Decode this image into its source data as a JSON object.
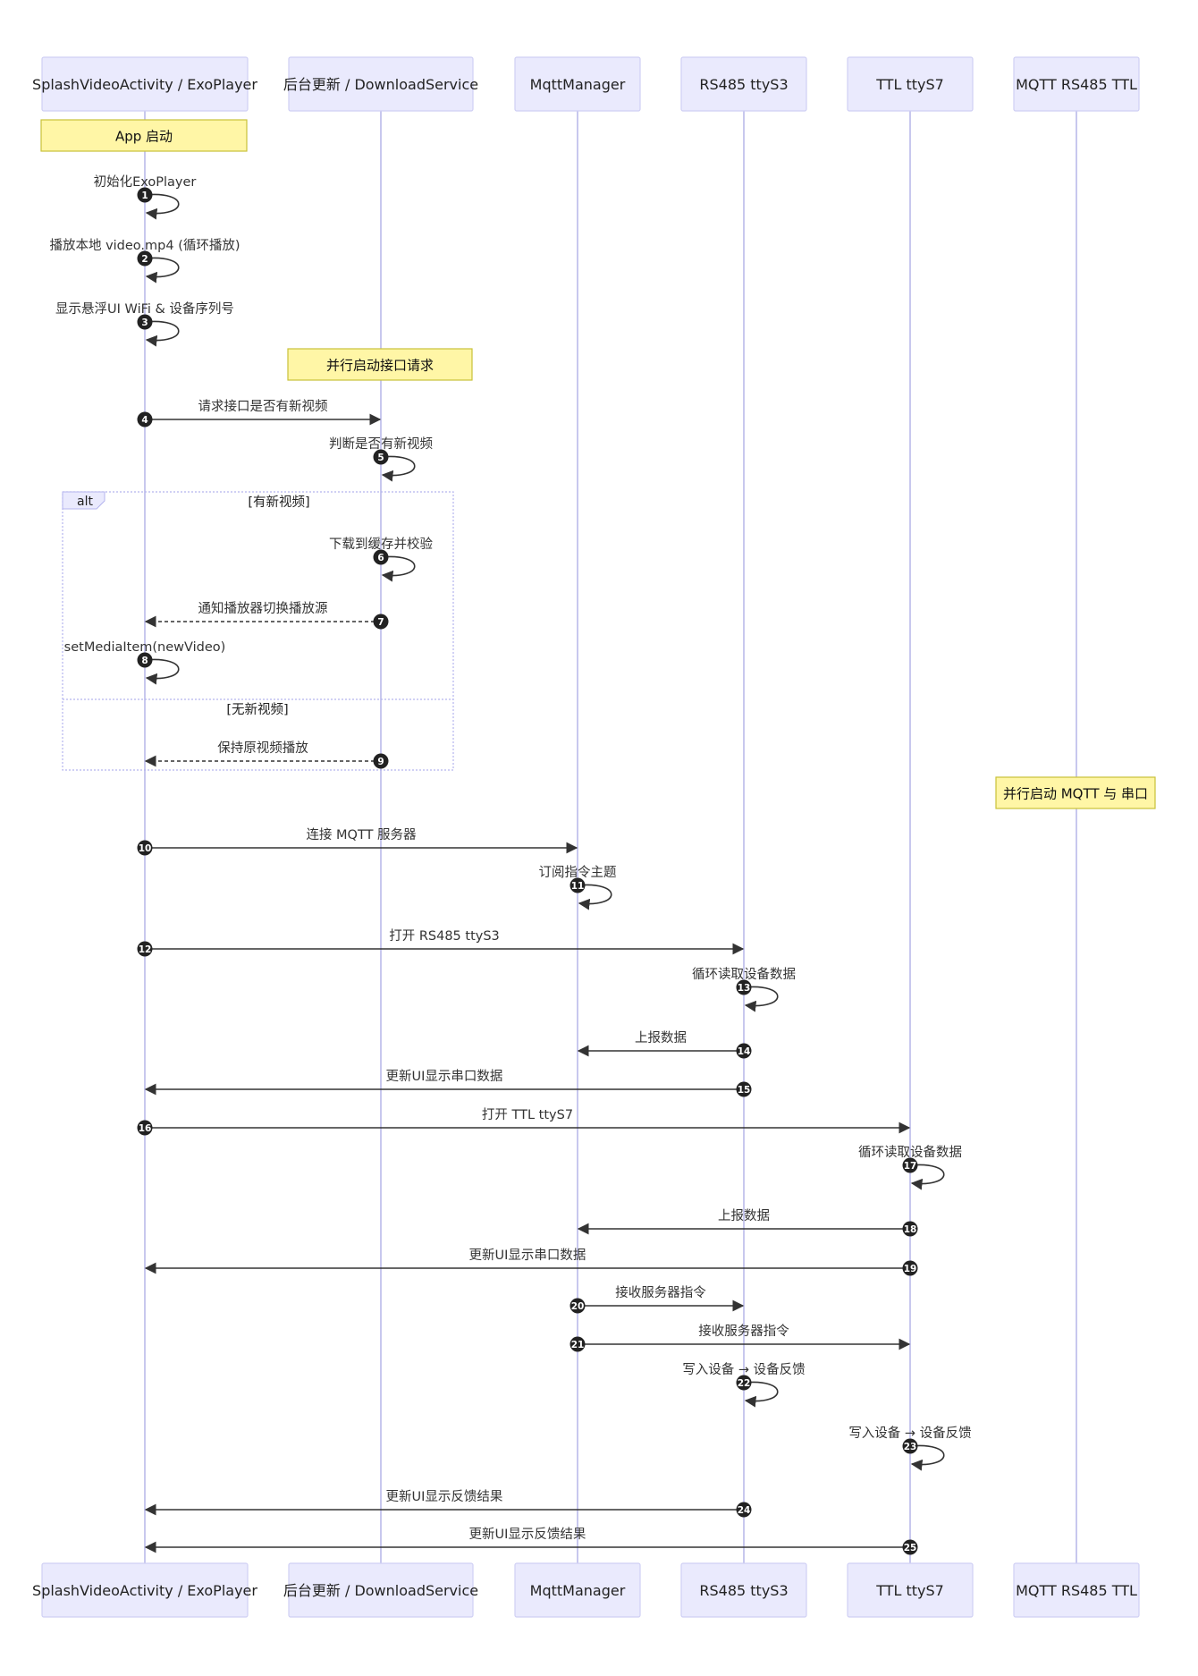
{
  "participants": [
    {
      "id": "splash",
      "label": "SplashVideoActivity / ExoPlayer"
    },
    {
      "id": "download",
      "label": "后台更新 / DownloadService"
    },
    {
      "id": "mqtt",
      "label": "MqttManager"
    },
    {
      "id": "rs485",
      "label": "RS485 ttyS3"
    },
    {
      "id": "ttl",
      "label": "TTL ttyS7"
    },
    {
      "id": "bridge",
      "label": "MQTT RS485 TTL"
    }
  ],
  "notes": [
    {
      "over": "splash",
      "text": "App 启动"
    },
    {
      "over": "download",
      "text": "并行启动接口请求"
    },
    {
      "over": "bridge",
      "text": "并行启动 MQTT 与 串口"
    }
  ],
  "alt_frame": {
    "tag": "alt",
    "conditions": [
      "[有新视频]",
      "[无新视频]"
    ]
  },
  "messages": [
    {
      "n": "1",
      "from": "splash",
      "to": "splash",
      "text": "初始化ExoPlayer",
      "style": "solid"
    },
    {
      "n": "2",
      "from": "splash",
      "to": "splash",
      "text": "播放本地 video.mp4 (循环播放)",
      "style": "solid"
    },
    {
      "n": "3",
      "from": "splash",
      "to": "splash",
      "text": "显示悬浮UI WiFi & 设备序列号",
      "style": "solid"
    },
    {
      "n": "4",
      "from": "splash",
      "to": "download",
      "text": "请求接口是否有新视频",
      "style": "solid"
    },
    {
      "n": "5",
      "from": "download",
      "to": "download",
      "text": "判断是否有新视频",
      "style": "solid"
    },
    {
      "n": "6",
      "from": "download",
      "to": "download",
      "text": "下载到缓存并校验",
      "style": "solid"
    },
    {
      "n": "7",
      "from": "download",
      "to": "splash",
      "text": "通知播放器切换播放源",
      "style": "dashed"
    },
    {
      "n": "8",
      "from": "splash",
      "to": "splash",
      "text": "setMediaItem(newVideo)",
      "style": "solid"
    },
    {
      "n": "9",
      "from": "download",
      "to": "splash",
      "text": "保持原视频播放",
      "style": "dashed"
    },
    {
      "n": "10",
      "from": "splash",
      "to": "mqtt",
      "text": "连接 MQTT 服务器",
      "style": "solid"
    },
    {
      "n": "11",
      "from": "mqtt",
      "to": "mqtt",
      "text": "订阅指令主题",
      "style": "solid"
    },
    {
      "n": "12",
      "from": "splash",
      "to": "rs485",
      "text": "打开 RS485 ttyS3",
      "style": "solid"
    },
    {
      "n": "13",
      "from": "rs485",
      "to": "rs485",
      "text": "循环读取设备数据",
      "style": "solid"
    },
    {
      "n": "14",
      "from": "rs485",
      "to": "mqtt",
      "text": "上报数据",
      "style": "solid"
    },
    {
      "n": "15",
      "from": "rs485",
      "to": "splash",
      "text": "更新UI显示串口数据",
      "style": "solid"
    },
    {
      "n": "16",
      "from": "splash",
      "to": "ttl",
      "text": "打开 TTL ttyS7",
      "style": "solid"
    },
    {
      "n": "17",
      "from": "ttl",
      "to": "ttl",
      "text": "循环读取设备数据",
      "style": "solid"
    },
    {
      "n": "18",
      "from": "ttl",
      "to": "mqtt",
      "text": "上报数据",
      "style": "solid"
    },
    {
      "n": "19",
      "from": "ttl",
      "to": "splash",
      "text": "更新UI显示串口数据",
      "style": "solid"
    },
    {
      "n": "20",
      "from": "mqtt",
      "to": "rs485",
      "text": "接收服务器指令",
      "style": "solid"
    },
    {
      "n": "21",
      "from": "mqtt",
      "to": "ttl",
      "text": "接收服务器指令",
      "style": "solid"
    },
    {
      "n": "22",
      "from": "rs485",
      "to": "rs485",
      "text": "写入设备 → 设备反馈",
      "style": "solid"
    },
    {
      "n": "23",
      "from": "ttl",
      "to": "ttl",
      "text": "写入设备 → 设备反馈",
      "style": "solid"
    },
    {
      "n": "24",
      "from": "rs485",
      "to": "splash",
      "text": "更新UI显示反馈结果",
      "style": "solid"
    },
    {
      "n": "25",
      "from": "ttl",
      "to": "splash",
      "text": "更新UI显示反馈结果",
      "style": "solid"
    }
  ]
}
